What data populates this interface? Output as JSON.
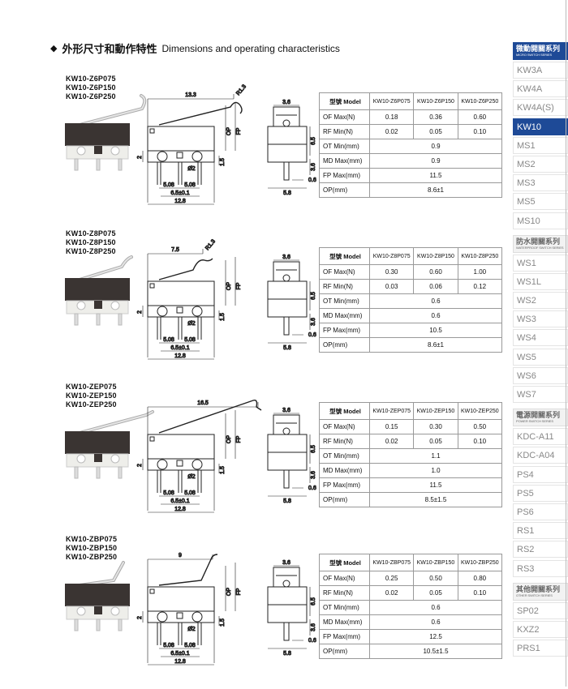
{
  "heading": {
    "zh": "外形尺寸和動作特性",
    "en": "Dimensions and operating characteristics"
  },
  "table_header": "型號 Model",
  "row_labels": [
    "OF Max(N)",
    "RF Min(N)",
    "OT Min(mm)",
    "MD Max(mm)",
    "FP Max(mm)",
    "OP(mm)"
  ],
  "sections": [
    {
      "models": [
        "KW10-Z6P075",
        "KW10-Z6P150",
        "KW10-Z6P250"
      ],
      "dims": {
        "lever": "13.3",
        "radius": "R1.3",
        "op": "OP",
        "fp": "FP",
        "h2": "2",
        "h15": "1.5",
        "d2": "Ø2",
        "p508a": "5.08",
        "p508b": "5.08",
        "p65": "6.5±0.1",
        "w128": "12.8",
        "s36": "3.6",
        "s65": "6.5",
        "s36b": "3.6",
        "s06": "0.6",
        "s58": "5.8"
      },
      "of": [
        "0.18",
        "0.36",
        "0.60"
      ],
      "rf": [
        "0.02",
        "0.05",
        "0.10"
      ],
      "ot": "0.9",
      "md": "0.9",
      "fp": "11.5",
      "op": "8.6±1"
    },
    {
      "models": [
        "KW10-Z8P075",
        "KW10-Z8P150",
        "KW10-Z8P250"
      ],
      "dims": {
        "lever": "7.5",
        "radius": "R1.3",
        "op": "OP",
        "fp": "FP",
        "h2": "2",
        "h15": "1.5",
        "d2": "Ø2",
        "p508a": "5.08",
        "p508b": "5.08",
        "p65": "6.5±0.1",
        "w128": "12.8",
        "s36": "3.6",
        "s65": "6.5",
        "s36b": "3.6",
        "s06": "0.6",
        "s58": "5.8"
      },
      "of": [
        "0.30",
        "0.60",
        "1.00"
      ],
      "rf": [
        "0.03",
        "0.06",
        "0.12"
      ],
      "ot": "0.6",
      "md": "0.6",
      "fp": "10.5",
      "op": "8.6±1"
    },
    {
      "models": [
        "KW10-ZEP075",
        "KW10-ZEP150",
        "KW10-ZEP250"
      ],
      "dims": {
        "lever": "16.5",
        "radius": "",
        "op": "OP",
        "fp": "FP",
        "h2": "2",
        "h15": "1.5",
        "d2": "Ø2",
        "p508a": "5.08",
        "p508b": "5.08",
        "p65": "6.5±0.1",
        "w128": "12.8",
        "s36": "3.6",
        "s65": "6.5",
        "s36b": "3.6",
        "s06": "0.6",
        "s58": "5.8"
      },
      "of": [
        "0.15",
        "0.30",
        "0.50"
      ],
      "rf": [
        "0.02",
        "0.05",
        "0.10"
      ],
      "ot": "1.1",
      "md": "1.0",
      "fp": "11.5",
      "op": "8.5±1.5"
    },
    {
      "models": [
        "KW10-ZBP075",
        "KW10-ZBP150",
        "KW10-ZBP250"
      ],
      "dims": {
        "lever": "9",
        "radius": "",
        "op": "OP",
        "fp": "FP",
        "h2": "2",
        "h15": "1.5",
        "d2": "Ø2",
        "p508a": "5.08",
        "p508b": "5.08",
        "p65": "6.5±0.1",
        "w128": "12.8",
        "s36": "3.6",
        "s65": "6.5",
        "s36b": "3.6",
        "s06": "0.6",
        "s58": "5.8"
      },
      "of": [
        "0.25",
        "0.50",
        "0.80"
      ],
      "rf": [
        "0.02",
        "0.05",
        "0.10"
      ],
      "ot": "0.6",
      "md": "0.6",
      "fp": "12.5",
      "op": "10.5±1.5"
    }
  ],
  "sidebar": [
    {
      "type": "header",
      "zh": "微動開關系列",
      "en": "MICRO SWITCH SERIES",
      "active": true
    },
    {
      "type": "item",
      "label": "KW3A"
    },
    {
      "type": "item",
      "label": "KW4A"
    },
    {
      "type": "item",
      "label": "KW4A(S)"
    },
    {
      "type": "item",
      "label": "KW10",
      "selected": true
    },
    {
      "type": "item",
      "label": "MS1"
    },
    {
      "type": "item",
      "label": "MS2"
    },
    {
      "type": "item",
      "label": "MS3"
    },
    {
      "type": "item",
      "label": "MS5"
    },
    {
      "type": "item",
      "label": "MS10"
    },
    {
      "type": "header",
      "zh": "防水開關系列",
      "en": "WATERPROOF SWITCH SERIES"
    },
    {
      "type": "item",
      "label": "WS1"
    },
    {
      "type": "item",
      "label": "WS1L"
    },
    {
      "type": "item",
      "label": "WS2"
    },
    {
      "type": "item",
      "label": "WS3"
    },
    {
      "type": "item",
      "label": "WS4"
    },
    {
      "type": "item",
      "label": "WS5"
    },
    {
      "type": "item",
      "label": "WS6"
    },
    {
      "type": "item",
      "label": "WS7"
    },
    {
      "type": "header",
      "zh": "電源開關系列",
      "en": "POWER SWITCH SERIES"
    },
    {
      "type": "item",
      "label": "KDC-A11"
    },
    {
      "type": "item",
      "label": "KDC-A04"
    },
    {
      "type": "item",
      "label": "PS4"
    },
    {
      "type": "item",
      "label": "PS5"
    },
    {
      "type": "item",
      "label": "PS6"
    },
    {
      "type": "item",
      "label": "RS1"
    },
    {
      "type": "item",
      "label": "RS2"
    },
    {
      "type": "item",
      "label": "RS3"
    },
    {
      "type": "header",
      "zh": "其他開關系列",
      "en": "OTHER SWITCH SERIES"
    },
    {
      "type": "item",
      "label": "SP02"
    },
    {
      "type": "item",
      "label": "KXZ2"
    },
    {
      "type": "item",
      "label": "PRS1"
    }
  ],
  "colors": {
    "accent": "#1e4a97"
  }
}
